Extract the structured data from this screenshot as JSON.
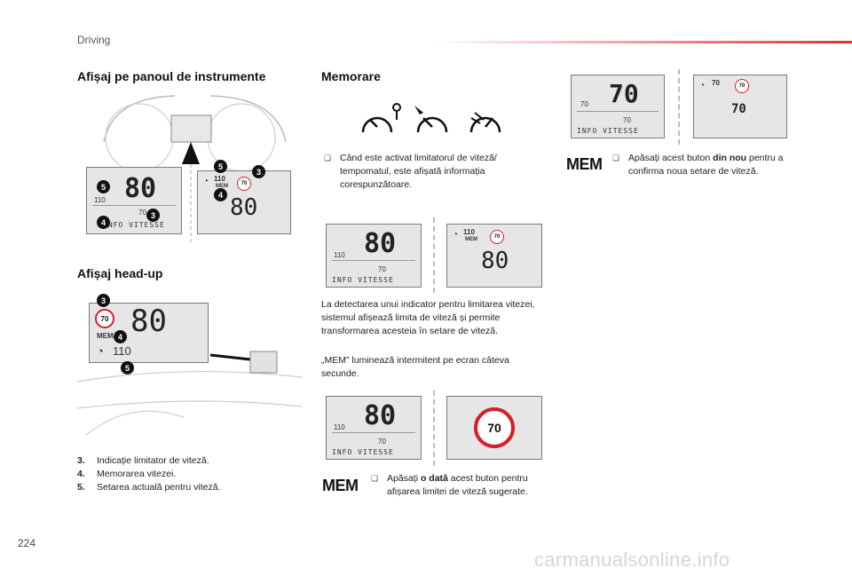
{
  "header": {
    "section": "Driving"
  },
  "left": {
    "heading_panel": "Afișaj pe panoul de instrumente",
    "heading_hud": "Afișaj head-up",
    "legend": [
      {
        "num": "3.",
        "text": "Indicație limitator de viteză."
      },
      {
        "num": "4.",
        "text": "Memorarea vitezei."
      },
      {
        "num": "5.",
        "text": "Setarea actuală pentru viteză."
      }
    ]
  },
  "display": {
    "big_speed": "80",
    "set_speed": "110",
    "memory_speed": "70",
    "mem_tag": "MEM",
    "info_text": "INFO VITESSE",
    "limit_sign": "70"
  },
  "badges": {
    "b3": "3",
    "b4": "4",
    "b5": "5"
  },
  "middle": {
    "heading": "Memorare",
    "bullet1": "Când este activat limitatorul de viteză/ tempomatul, este afișată informația corespunzătoare.",
    "paragraph": "La detectarea unui indicator pentru limitarea vitezei, sistemul afișează limita de viteză și permite transformarea acesteia în setare de viteză.",
    "paragraph2": "„MEM” luminează intermitent pe ecran câteva secunde.",
    "mem_button": "MEM",
    "bullet2_pre": "Apăsați ",
    "bullet2_bold": "o dată",
    "bullet2_post": " acest buton pentru afișarea limitei de viteză sugerate."
  },
  "right": {
    "mem_button": "MEM",
    "bullet_pre": "Apăsați acest buton ",
    "bullet_bold": "din nou",
    "bullet_post": " pentru a confirma noua setare de viteză.",
    "display_speed": "70"
  },
  "icons": {
    "bullet": "checkbox-bullet-icon",
    "speedometer": "speedometer-icon"
  },
  "colors": {
    "accent": "#e52d3c",
    "sign_ring": "#d51f2a"
  },
  "footer": {
    "page_number": "224",
    "watermark": "carmanualsonline.info"
  }
}
